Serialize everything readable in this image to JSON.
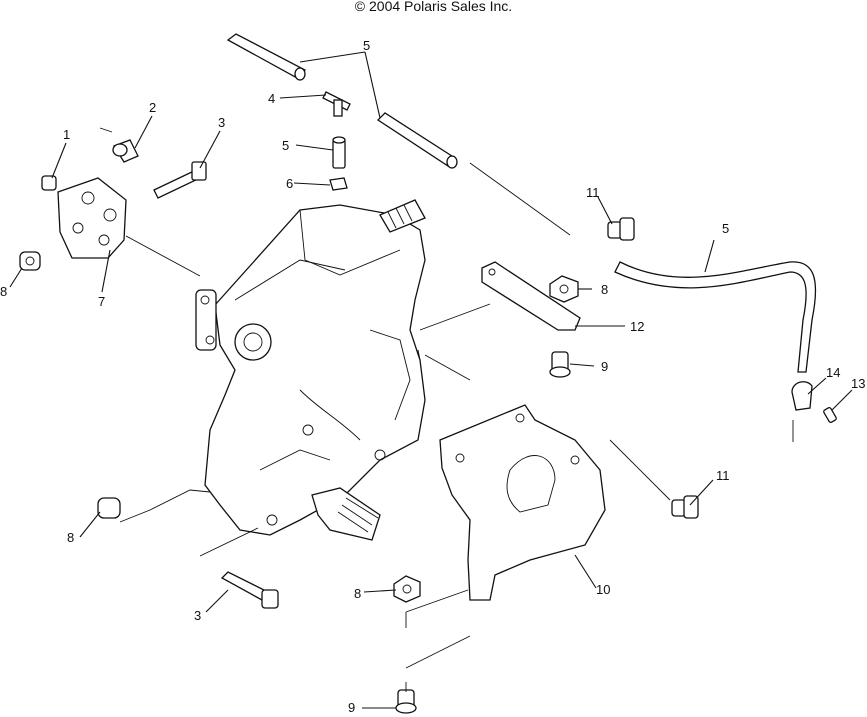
{
  "header": {
    "copyright": "© 2004 Polaris Sales Inc."
  },
  "callouts": {
    "c1": "1",
    "c2": "2",
    "c3a": "3",
    "c3b": "3",
    "c4": "4",
    "c5a": "5",
    "c5b": "5",
    "c5c": "5",
    "c6": "6",
    "c7": "7",
    "c8a": "8",
    "c8b": "8",
    "c8c": "8",
    "c8d": "8",
    "c9a": "9",
    "c9b": "9",
    "c10": "10",
    "c11a": "11",
    "c11b": "11",
    "c12": "12",
    "c13": "13",
    "c14": "14"
  }
}
